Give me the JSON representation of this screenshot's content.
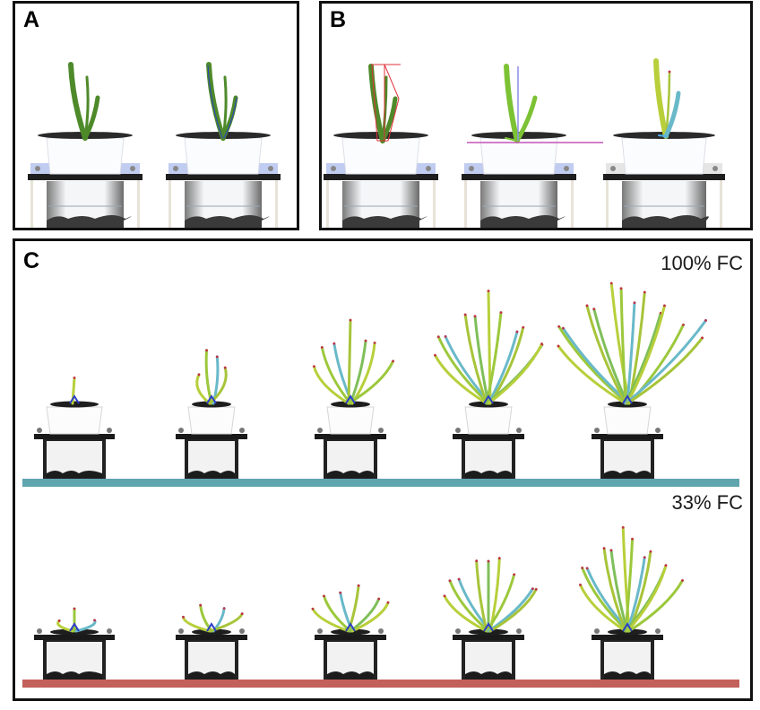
{
  "figure": {
    "panels": [
      {
        "id": "A",
        "letter": "A",
        "description": "Two maize seedlings in pots on imaging stands; left raw RGB image, right with segmentation outline",
        "items": [
          {
            "label": "raw-image",
            "overlay": "none"
          },
          {
            "label": "segmented-image",
            "overlay": "blue-outline"
          }
        ]
      },
      {
        "id": "B",
        "letter": "B",
        "description": "Trait extraction overlays on seedling images",
        "items": [
          {
            "label": "convex-hull-and-height",
            "overlay": "red convex hull and height line"
          },
          {
            "label": "skeleton-and-pot-line",
            "overlay": "blue skeleton and magenta pot line"
          },
          {
            "label": "color-classified",
            "overlay": "color classification"
          }
        ]
      },
      {
        "id": "C",
        "letter": "C",
        "description": "Time series of plant growth under two watering treatments (color-classified)",
        "rows": [
          {
            "condition": "100% FC",
            "bench_color": "#5fa5ad",
            "stages": 5
          },
          {
            "condition": "33% FC",
            "bench_color": "#c4605b",
            "stages": 5
          }
        ]
      }
    ],
    "colors": {
      "frame": "#111111",
      "leaf_green": "#4e8a2a",
      "leaf_bright": "#7cc234",
      "leaf_yellow": "#b8cf3a",
      "leaf_cyan": "#69b9c9",
      "leaf_edge_red": "#c2304a",
      "stem_blue": "#2b3ec7",
      "hull_red": "#e0303a",
      "pot_line_magenta": "#c455b8",
      "bench_teal": "#5fa5ad",
      "bench_red": "#c4605b"
    }
  }
}
